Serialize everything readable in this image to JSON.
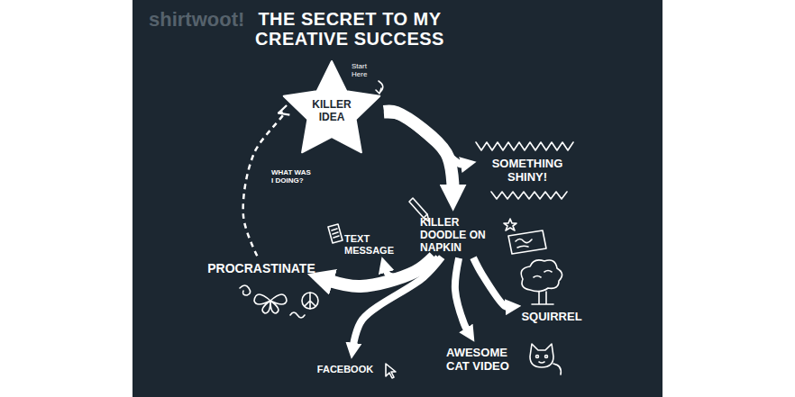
{
  "diagram": {
    "title": "THE SECRET TO MY CREATIVE SUCCESS",
    "nodes": [
      {
        "text": [
          "KILLER IDEA"
        ]
      },
      {
        "text": [
          "SOMETHING SHINY!"
        ]
      },
      {
        "text": [
          "KILLER DOODLE ON NAPKIN"
        ]
      },
      {
        "text": [
          "TEXT MESSAGE"
        ]
      },
      {
        "text": [
          "PROCRASTINATE"
        ]
      },
      {
        "text": [
          "SQUIRREL"
        ]
      },
      {
        "text": [
          "FACEBOOK"
        ]
      },
      {
        "text": [
          "AWESOME CAT VIDEO"
        ]
      }
    ],
    "edges": [
      {
        "from": 0,
        "to": 2,
        "arrow": "to"
      },
      {
        "from": 0,
        "to": 1,
        "arrow": "to"
      },
      {
        "from": 2,
        "to": 3,
        "arrow": "to"
      },
      {
        "from": 2,
        "to": 4,
        "arrow": "to"
      },
      {
        "from": 2,
        "to": 5,
        "arrow": "to"
      },
      {
        "from": 2,
        "to": 6,
        "arrow": "to"
      },
      {
        "from": 2,
        "to": 7,
        "arrow": "to"
      },
      {
        "from": 4,
        "to": 0,
        "label": "WHAT WAS I DOING?",
        "arrow": "to"
      }
    ],
    "labels": [
      "shirtwoot!",
      "Start Here"
    ]
  }
}
